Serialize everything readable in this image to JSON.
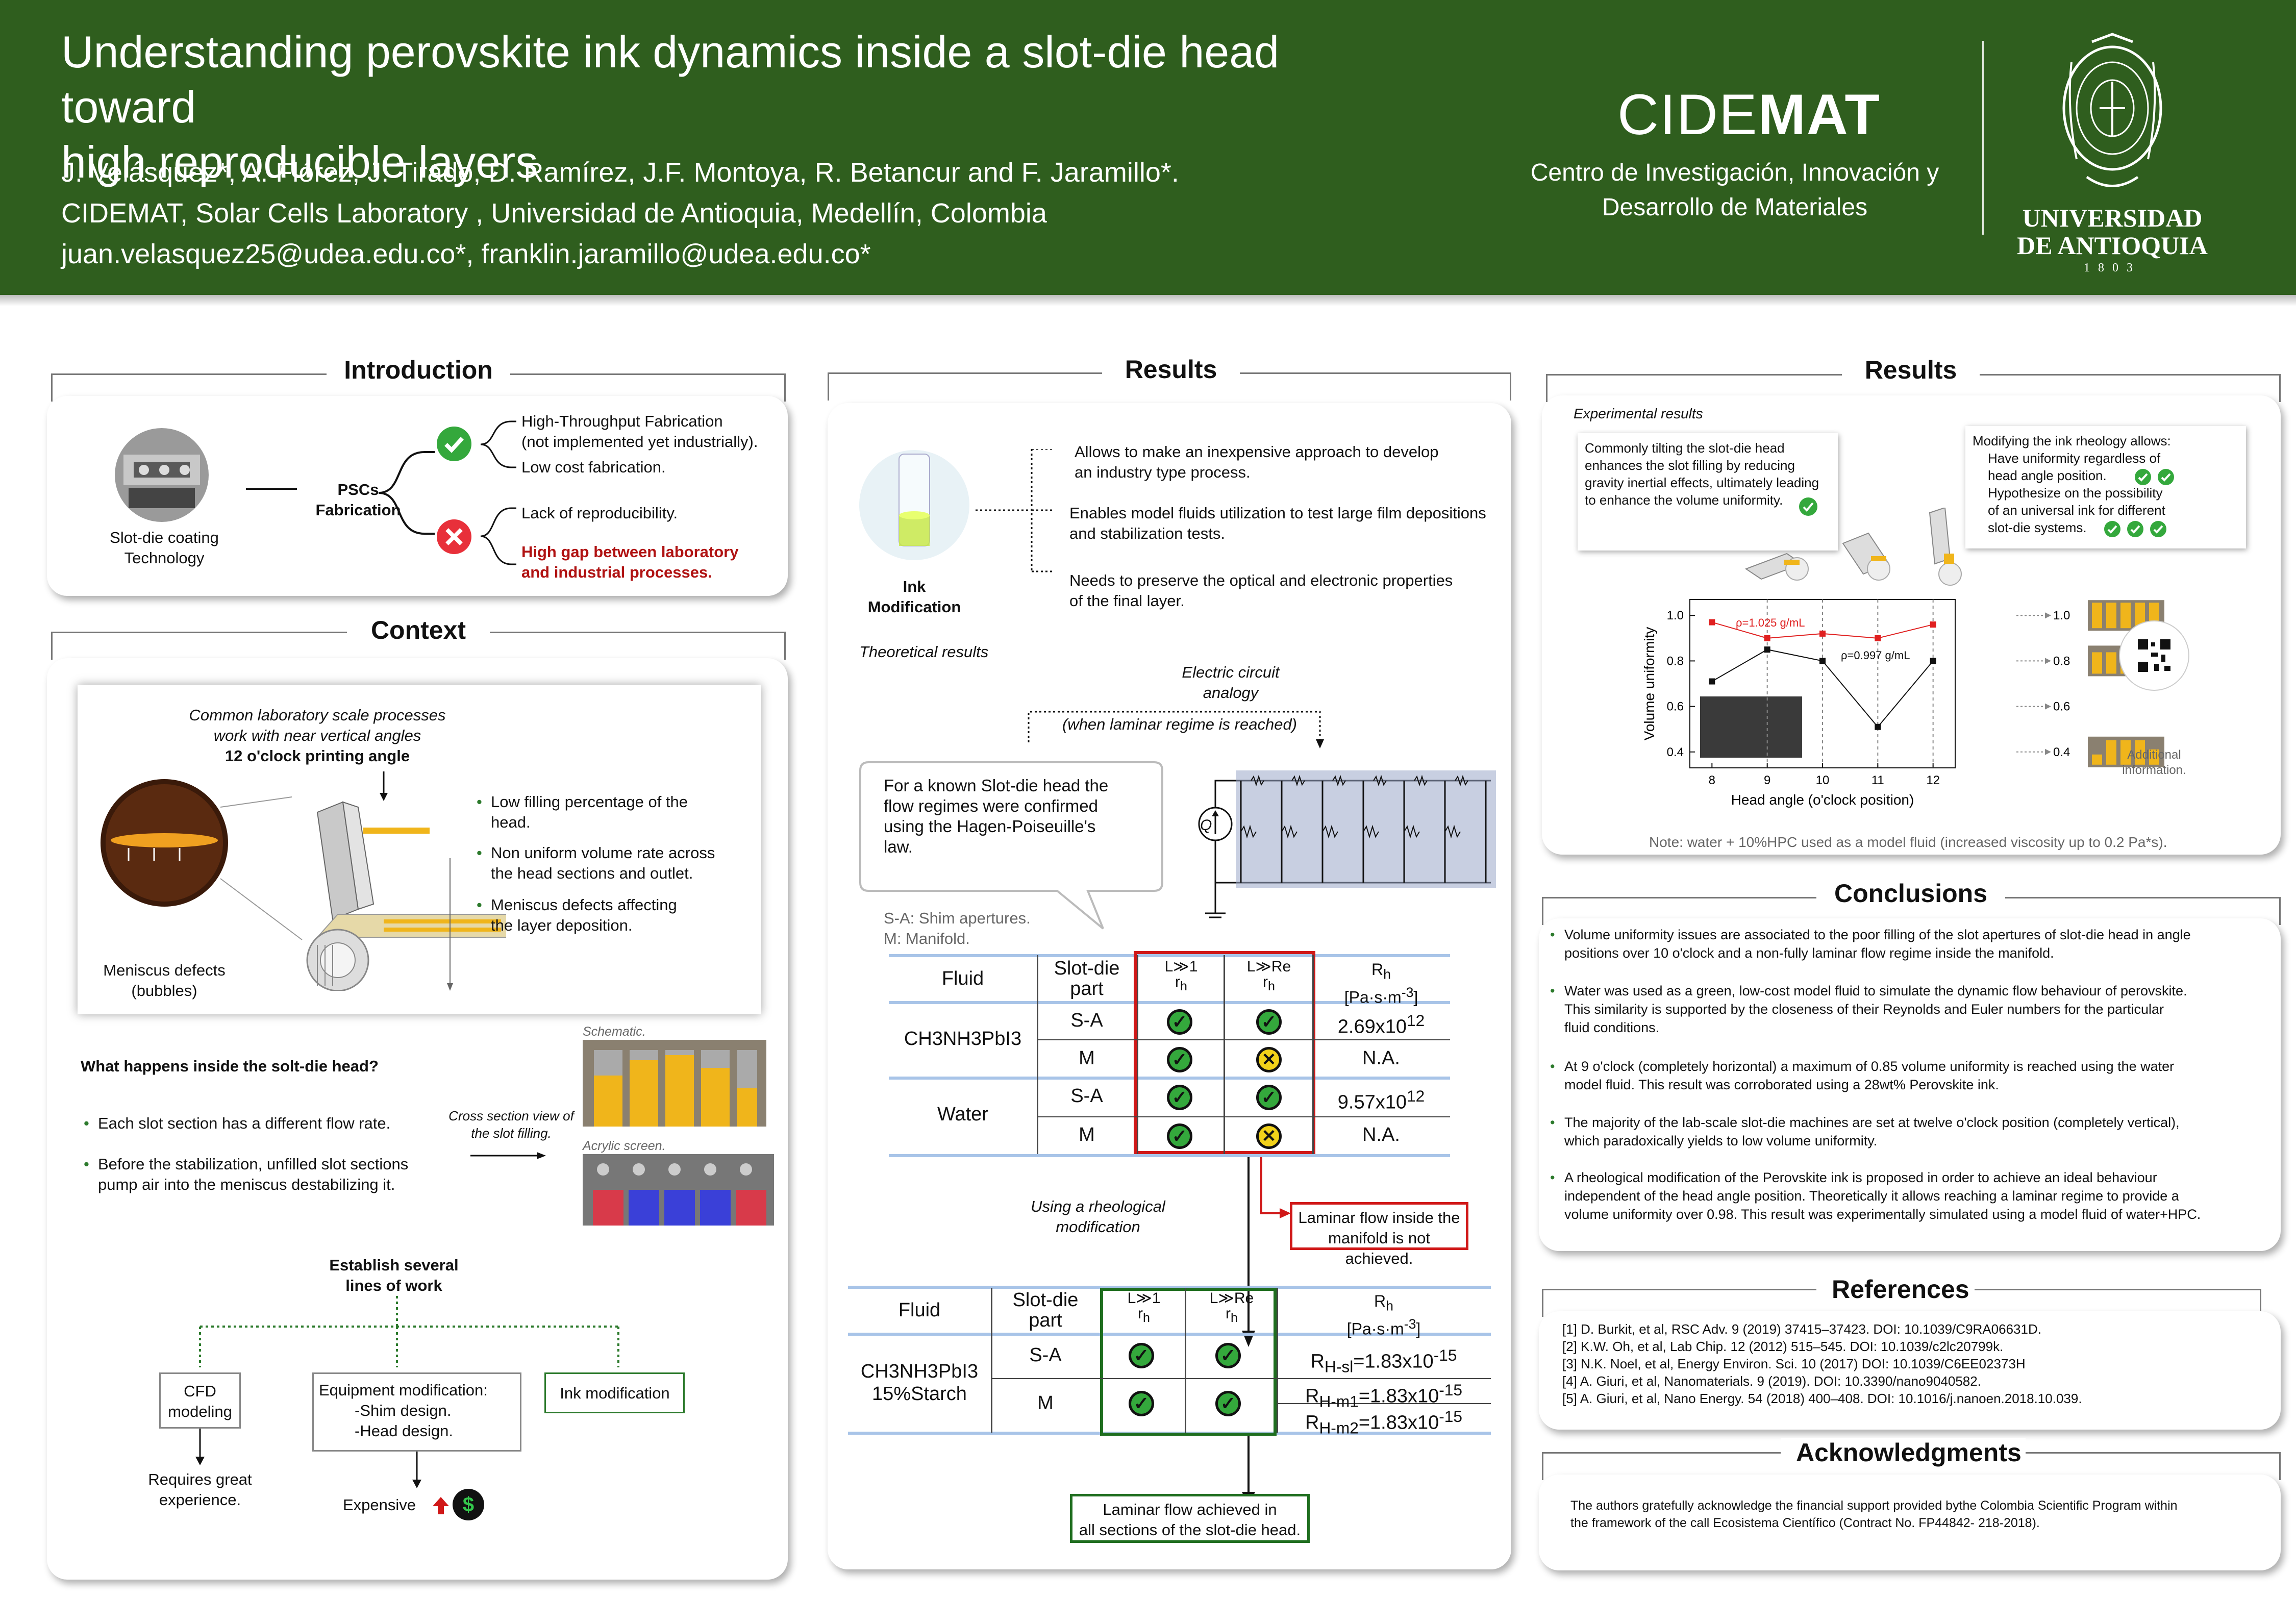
{
  "header": {
    "title_line1": "Understanding perovskite ink dynamics inside a slot-die head toward",
    "title_line2": "high reproducible layers",
    "authors": "J. Velásquez*, A. Flórez, J. Tirado, D. Ramírez, J.F. Montoya, R. Betancur and F. Jaramillo*.",
    "affiliation": "CIDEMAT,  Solar Cells Laboratory , Universidad de Antioquia, Medellín, Colombia",
    "emails": "juan.velasquez25@udea.edu.co*, franklin.jaramillo@udea.edu.co*",
    "logo_cide": "CIDE",
    "logo_mat": "MAT",
    "cidemat_sub1": "Centro de Investigación, Innovación y",
    "cidemat_sub2": "Desarrollo de Materiales",
    "udea_line1": "UNIVERSIDAD",
    "udea_line2": "DE ANTIOQUIA",
    "udea_year": "1803"
  },
  "intro": {
    "title": "Introduction",
    "slot_label1": "Slot-die coating",
    "slot_label2": "Technology",
    "psc1": "PSCs",
    "psc2": "Fabrication",
    "pro1": "High-Throughput Fabrication",
    "pro2": "(not implemented yet industrially).",
    "pro3": "Low cost fabrication.",
    "con1": "Lack of reproducibility.",
    "con2": "High gap between laboratory",
    "con3": "and industrial processes."
  },
  "context": {
    "title": "Context",
    "cap1": "Common laboratory scale processes",
    "cap2": "work with near vertical angles",
    "cap3": "12 o'clock printing angle",
    "b1a": "Low filling percentage of the",
    "b1b": "head.",
    "b2a": "Non uniform volume rate across",
    "b2b": "the head sections and outlet.",
    "b3a": "Meniscus defects affecting",
    "b3b": "the layer deposition.",
    "men1": "Meniscus defects",
    "men2": "(bubbles)",
    "question": "What happens inside the solt-die head?",
    "q1": "Each slot section has a different flow rate.",
    "q2a": "Before the stabilization, unfilled slot sections",
    "q2b": "pump air into the meniscus destabilizing it.",
    "cross1": "Cross section view of",
    "cross2": "the slot filling.",
    "schematic": "Schematic.",
    "acrylic": "Acrylic screen.",
    "est1": "Establish several",
    "est2": "lines of work",
    "cfd1": "CFD",
    "cfd2": "modeling",
    "eq1": "Equipment modification:",
    "eq2": "-Shim design.",
    "eq3": "-Head design.",
    "ink": "Ink modification",
    "req1": "Requires great",
    "req2": "experience.",
    "expensive": "Expensive",
    "dollar": "$"
  },
  "results_mid": {
    "title": "Results",
    "ink1": "Ink",
    "ink2": "Modification",
    "p1a": "Allows to make an inexpensive approach to develop",
    "p1b": "an industry type process.",
    "p2a": "Enables model fluids utilization to test large film depositions",
    "p2b": "and stabilization tests.",
    "p3a": "Needs to preserve the optical and electronic properties",
    "p3b": "of the final layer.",
    "theory": "Theoretical results",
    "ec1": "Electric circuit",
    "ec2": "analogy",
    "ec3": "(when laminar regime is reached)",
    "bubble1": "For a known Slot-die head the",
    "bubble2": "flow regimes were confirmed",
    "bubble3": "using the Hagen-Poiseuille's",
    "bubble4": "law.",
    "q_label": "Q",
    "sa_def": "S-A: Shim apertures.",
    "m_def": "M: Manifold.",
    "t1_fluid": "Fluid",
    "t1_part1": "Slot-die",
    "t1_part2": "part",
    "t_l": "L",
    "t_rh": "r",
    "t_h": "h",
    "t_gg1": "≫1",
    "t_ggre": "≫Re",
    "t_Rh": "R",
    "t_unit": "[Pa·s·m",
    "t_unit_exp": "-3",
    "t_unit_end": "]",
    "t1_r1_fluid": "CH3NH3PbI3",
    "t1_sa": "S-A",
    "t1_m": "M",
    "t1_r1_val": "2.69x10",
    "t1_exp12": "12",
    "t1_na": "N.A.",
    "t1_r2_fluid": "Water",
    "t1_r3_val": "9.57x10",
    "using1": "Using a rheological",
    "using2": "modification",
    "laminar_not1": "Laminar flow inside the",
    "laminar_not2": "manifold is not achieved.",
    "t2_fluid1": "CH3NH3PbI3",
    "t2_fluid2": "15%Starch",
    "t2_v1": "R",
    "t2_v1_sub": "H-sl",
    "t2_v1_val": "=1.83x10",
    "t2_exp": "-15",
    "t2_v2_sub": "H-m1",
    "t2_v3_sub": "H-m2",
    "laminar_ok1": "Laminar flow achieved in",
    "laminar_ok2": "all sections of the slot-die head."
  },
  "results_right": {
    "title": "Results",
    "exp": "Experimental results",
    "note_left1": "Commonly tilting the slot-die head",
    "note_left2": "enhances the slot filling by reducing",
    "note_left3": "gravity inertial effects, ultimately leading",
    "note_left4": "to enhance the volume uniformity.",
    "note_right1": "Modifying the ink rheology allows:",
    "note_right2": "Have uniformity regardless of",
    "note_right3": "head angle position.",
    "note_right4": "Hypothesize on the possibility",
    "note_right5": "of an universal ink for different",
    "note_right6": "slot-die systems.",
    "rho1": "ρ=1.025 g/mL",
    "rho2": "ρ=0.997 g/mL",
    "qr1": "Additional",
    "qr2": "information.",
    "note": "Note: water + 10%HPC used as a model fluid (increased viscosity up to 0.2 Pa*s)."
  },
  "chart_data": {
    "type": "line",
    "xlabel": "Head angle (o'clock position)",
    "ylabel": "Volume uniformity",
    "x": [
      8,
      9,
      10,
      11,
      12
    ],
    "xlim": [
      7.6,
      12.4
    ],
    "ylim": [
      0.33,
      1.07
    ],
    "yticks": [
      0.4,
      0.6,
      0.8,
      1.0
    ],
    "series": [
      {
        "name": "ρ=1.025 g/mL",
        "color": "#e02020",
        "values": [
          0.97,
          0.9,
          0.92,
          0.9,
          0.96
        ]
      },
      {
        "name": "ρ=0.997 g/mL",
        "color": "#111111",
        "values": [
          0.71,
          0.85,
          0.8,
          0.51,
          0.8
        ]
      }
    ],
    "side_ticks": [
      "1.0",
      "0.8",
      "0.6",
      "0.4"
    ]
  },
  "conclusions": {
    "title": "Conclusions",
    "c1a": "Volume uniformity issues are associated to the poor filling of the slot apertures of slot-die head in angle",
    "c1b": "positions over 10 o'clock and a non-fully laminar flow regime inside the manifold.",
    "c2a": "Water was used as a green, low-cost model fluid to simulate the dynamic flow behaviour of perovskite.",
    "c2b": "This similarity is supported by the closeness of their Reynolds and Euler numbers for the particular",
    "c2c": "fluid conditions.",
    "c3a": "At 9 o'clock (completely horizontal) a maximum of 0.85 volume uniformity is reached using the water",
    "c3b": "model fluid. This result was corroborated using a 28wt% Perovskite ink.",
    "c4a": "The majority of the lab-scale slot-die machines are set at twelve o'clock position (completely vertical),",
    "c4b": "which paradoxically yields to low volume uniformity.",
    "c5a": "A rheological modification of the Perovskite ink is proposed in order to achieve an ideal behaviour",
    "c5b": "independent of the head angle position. Theoretically it allows reaching a laminar regime to provide a",
    "c5c": "volume uniformity over 0.98. This result was experimentally simulated using a model fluid of water+HPC."
  },
  "references": {
    "title": "References",
    "r1": "[1]  D. Burkit, et al, RSC Adv. 9 (2019) 37415–37423. DOI: 10.1039/C9RA06631D.",
    "r2": "[2]  K.W. Oh, et al,  Lab Chip. 12 (2012) 515–545. DOI: 10.1039/c2lc20799k.",
    "r3": "[3]  N.K. Noel, et al, Energy Environ. Sci. 10 (2017) DOI: 10.1039/C6EE02373H",
    "r4": "[4]  A. Giuri, et al, Nanomaterials. 9 (2019). DOI: 10.3390/nano9040582.",
    "r5": "[5]  A. Giuri, et al, Nano Energy. 54 (2018) 400–408. DOI: 10.1016/j.nanoen.2018.10.039."
  },
  "acknowledgments": {
    "title": "Acknowledgments",
    "a1": "The authors gratefully acknowledge the financial support provided bythe Colombia Scientific Program within",
    "a2": "the framework of the call Ecosistema Científico (Contract No. FP44842- 218-2018)."
  },
  "colors": {
    "header_green": "#2f5e1e",
    "check_green": "#34a83c",
    "cross_red": "#e8303a",
    "table_red": "#d01818",
    "table_green": "#1f6e1f"
  },
  "icons": [
    "check-icon",
    "cross-icon",
    "dollar-icon",
    "arrow-up-icon",
    "qr-code-icon",
    "current-source-icon",
    "ground-icon"
  ]
}
